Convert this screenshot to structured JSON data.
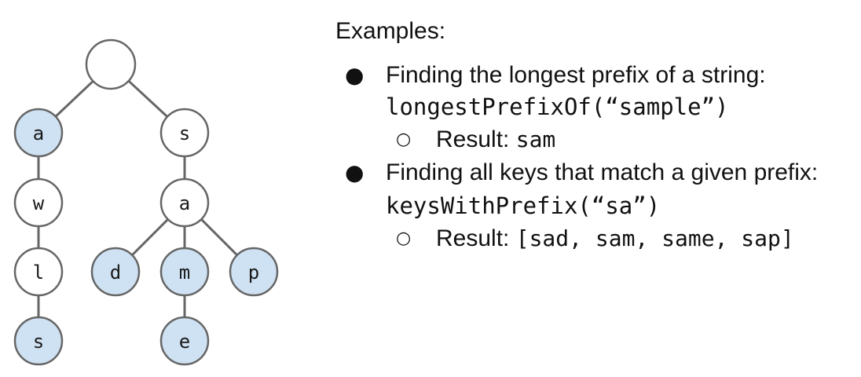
{
  "colors": {
    "highlight_fill": "#cfe2f3",
    "plain_fill": "#ffffff",
    "stroke": "#666666"
  },
  "trie": {
    "nodes": [
      {
        "id": "root",
        "label": "",
        "highlighted": false
      },
      {
        "id": "a1",
        "label": "a",
        "highlighted": true
      },
      {
        "id": "s1",
        "label": "s",
        "highlighted": false
      },
      {
        "id": "w",
        "label": "w",
        "highlighted": false
      },
      {
        "id": "a2",
        "label": "a",
        "highlighted": false
      },
      {
        "id": "l",
        "label": "l",
        "highlighted": false
      },
      {
        "id": "d",
        "label": "d",
        "highlighted": true
      },
      {
        "id": "m",
        "label": "m",
        "highlighted": true
      },
      {
        "id": "p",
        "label": "p",
        "highlighted": true
      },
      {
        "id": "s2",
        "label": "s",
        "highlighted": true
      },
      {
        "id": "e",
        "label": "e",
        "highlighted": true
      }
    ],
    "edges": [
      [
        "root",
        "a1"
      ],
      [
        "root",
        "s1"
      ],
      [
        "a1",
        "w"
      ],
      [
        "w",
        "l"
      ],
      [
        "l",
        "s2"
      ],
      [
        "s1",
        "a2"
      ],
      [
        "a2",
        "d"
      ],
      [
        "a2",
        "m"
      ],
      [
        "a2",
        "p"
      ],
      [
        "m",
        "e"
      ]
    ]
  },
  "examples": {
    "heading": "Examples:",
    "bullet_symbol": "●",
    "sub_bullet_symbol": "○",
    "items": [
      {
        "text": "Finding the longest prefix of a string:",
        "code": "longestPrefixOf(“sample”)",
        "result_label": "Result:",
        "result_value": "sam"
      },
      {
        "text": "Finding all keys that match a given prefix:",
        "code": "keysWithPrefix(“sa”)",
        "result_label": "Result:",
        "result_value": "[sad, sam, same, sap]"
      }
    ]
  }
}
